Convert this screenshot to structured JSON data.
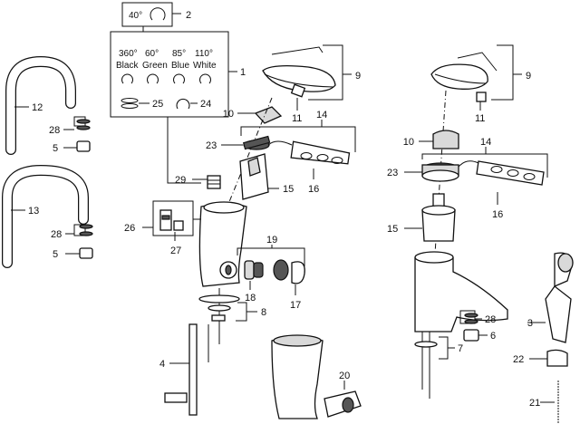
{
  "rotation_box": {
    "angle_label": "40°",
    "options": [
      {
        "angle": "360°",
        "color": "Black"
      },
      {
        "angle": "60°",
        "color": "Green"
      },
      {
        "angle": "85°",
        "color": "Blue"
      },
      {
        "angle": "110°",
        "color": "White"
      }
    ]
  },
  "callouts": {
    "c1": "1",
    "c2": "2",
    "c3": "3",
    "c4": "4",
    "c5a": "5",
    "c5b": "5",
    "c6": "6",
    "c7": "7",
    "c8": "8",
    "c9a": "9",
    "c9b": "9",
    "c10a": "10",
    "c10b": "10",
    "c11a": "11",
    "c11b": "11",
    "c12": "12",
    "c13": "13",
    "c14a": "14",
    "c14b": "14",
    "c15a": "15",
    "c15b": "15",
    "c16a": "16",
    "c16b": "16",
    "c17": "17",
    "c18": "18",
    "c19": "19",
    "c20": "20",
    "c21": "21",
    "c22": "22",
    "c23a": "23",
    "c23b": "23",
    "c24": "24",
    "c25": "25",
    "c26": "26",
    "c27": "27",
    "c28a": "28",
    "c28b": "28",
    "c28c": "28",
    "c29": "29"
  }
}
